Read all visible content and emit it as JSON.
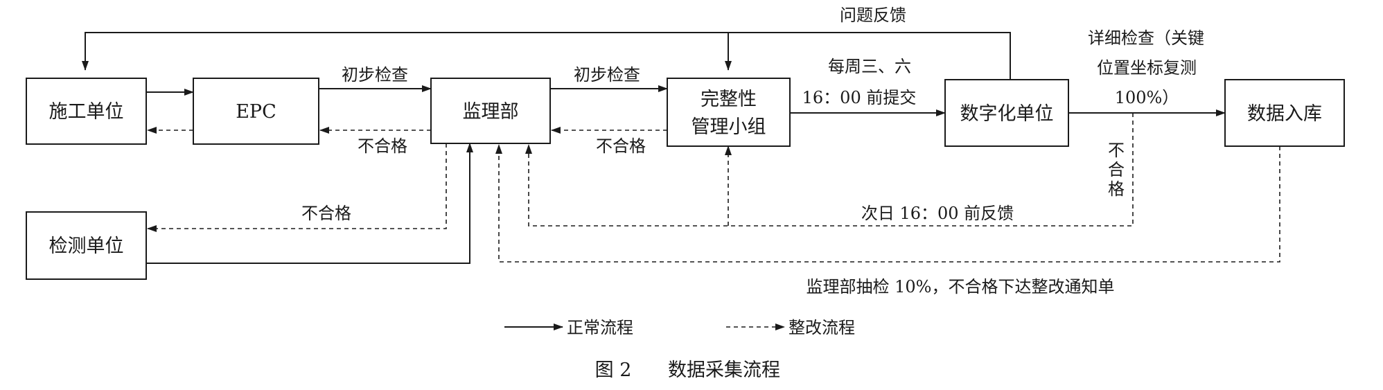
{
  "nodes": {
    "construction": "施工单位",
    "epc": "EPC",
    "supervision": "监理部",
    "integrity_line1": "完整性",
    "integrity_line2": "管理小组",
    "digital": "数字化单位",
    "storage": "数据入库",
    "testing": "检测单位"
  },
  "labels": {
    "feedback_top": "问题反馈",
    "initial_check_1": "初步检查",
    "initial_check_2": "初步检查",
    "unqualified_1": "不合格",
    "unqualified_2": "不合格",
    "unqualified_3": "不合格",
    "unqualified_vertical": [
      "不",
      "合",
      "格"
    ],
    "submit_line1": "每周三、六",
    "submit_line2": "16：00 前提交",
    "detailed_line1": "详细检查（关键",
    "detailed_line2": "位置坐标复测",
    "detailed_line3": "100%）",
    "next_day_feedback": "次日 16：00 前反馈",
    "spot_check": "监理部抽检 10%，不合格下达整改通知单"
  },
  "legend": {
    "normal": "正常流程",
    "rectify": "整改流程"
  },
  "caption": {
    "number": "图 2",
    "title": "数据采集流程"
  }
}
